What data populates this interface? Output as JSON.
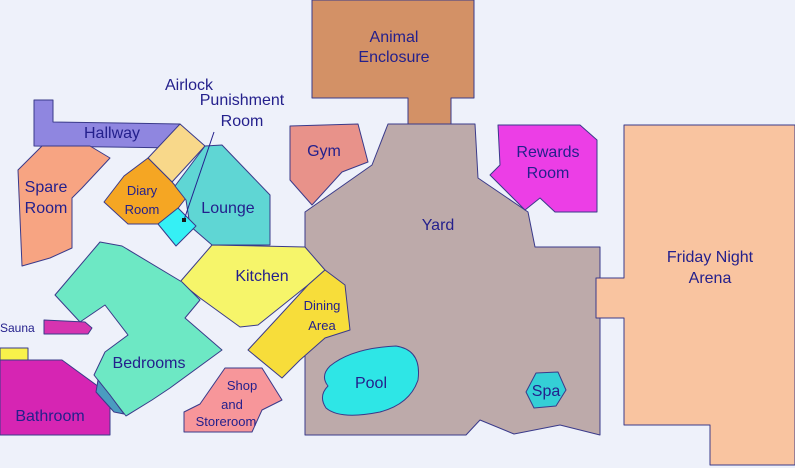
{
  "colors": {
    "background": "#eef1fa",
    "label": "#24208c",
    "outline": "#3a3a8a",
    "animal_enclosure": "#d39166",
    "hallway": "#8f86e0",
    "spare_room": "#f7a482",
    "airlock": "#f8d88a",
    "diary_room": "#f5a623",
    "punishment_room": "#35f0f5",
    "lounge": "#5fd6d4",
    "gym": "#e8928a",
    "rewards_room": "#ec3ee6",
    "yard": "#bdaaaa",
    "friday_night_arena": "#f9c4a0",
    "kitchen": "#f6f56a",
    "dining_area": "#f7dd3a",
    "bedrooms": "#6de8c4",
    "sauna": "#d634b0",
    "bathroom": "#d625b3",
    "shop_storeroom": "#f7969a",
    "pool": "#2ee6e6",
    "spa": "#34cfd6",
    "yellow_box": "#f8f24a",
    "connector": "#4a9cc0"
  },
  "rooms": {
    "animal_enclosure": [
      "Animal",
      "Enclosure"
    ],
    "airlock": "Airlock",
    "punishment_room": [
      "Punishment",
      "Room"
    ],
    "hallway": "Hallway",
    "spare_room": [
      "Spare",
      "Room"
    ],
    "diary_room": [
      "Diary",
      "Room"
    ],
    "lounge": "Lounge",
    "gym": "Gym",
    "rewards_room": [
      "Rewards",
      "Room"
    ],
    "yard": "Yard",
    "friday_night_arena": [
      "Friday Night",
      "Arena"
    ],
    "kitchen": "Kitchen",
    "dining_area": [
      "Dining",
      "Area"
    ],
    "sauna": "Sauna",
    "bedrooms": "Bedrooms",
    "pool": "Pool",
    "spa": "Spa",
    "bathroom": "Bathroom",
    "shop_storeroom": [
      "Shop",
      "and",
      "Storeroom"
    ]
  }
}
